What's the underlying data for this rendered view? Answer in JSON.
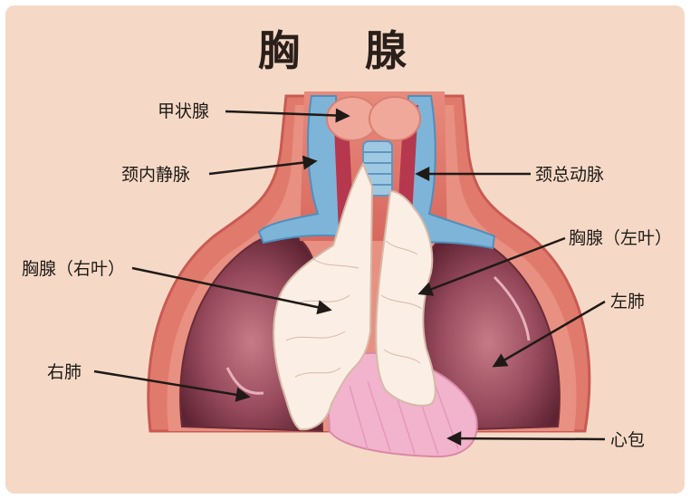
{
  "title": "胸 腺",
  "labels": {
    "thyroid": "甲状腺",
    "internal_jugular_vein": "颈内静脉",
    "common_carotid_artery": "颈总动脉",
    "thymus_left_lobe": "胸腺（左叶）",
    "thymus_right_lobe": "胸腺（右叶）",
    "left_lung": "左肺",
    "right_lung": "右肺",
    "pericardium": "心包"
  },
  "colors": {
    "background": "#f5d9c6",
    "body_outline": "#d9766b",
    "lung": "#8a3e4a",
    "thymus": "#fbeee4",
    "vein": "#7db4d8",
    "artery": "#b5384f",
    "pericardium": "#f2b3cc",
    "thyroid": "#f0a89a",
    "trachea": "#9fc9e3"
  }
}
